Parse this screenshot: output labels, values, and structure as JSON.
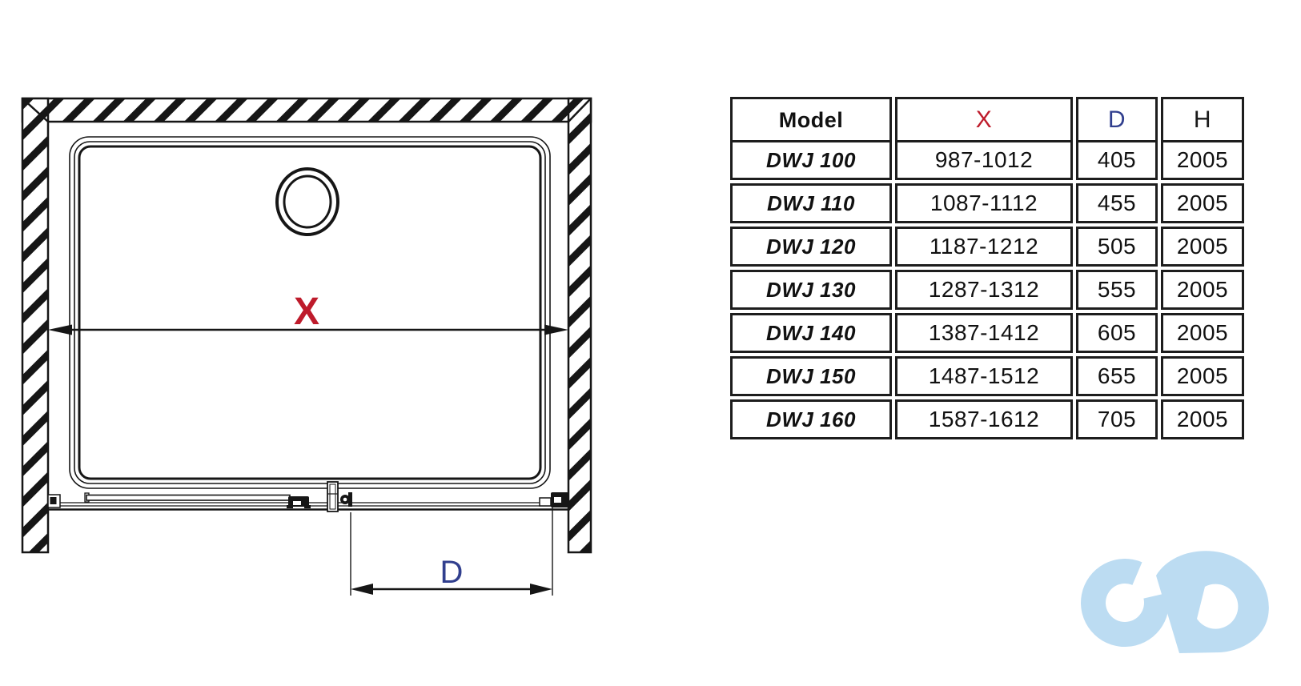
{
  "diagram": {
    "x_dimension_label": "X",
    "d_dimension_label": "D",
    "x_label_color": "#be1b2b",
    "d_label_color": "#313f8e",
    "line_color": "#161616"
  },
  "table": {
    "headers": [
      {
        "label": "Model",
        "color": "#111111"
      },
      {
        "label": "X",
        "color": "#be1b2b"
      },
      {
        "label": "D",
        "color": "#313f8e"
      },
      {
        "label": "H",
        "color": "#1a1a1a"
      }
    ],
    "rows": [
      {
        "model": "DWJ 100",
        "x": "987-1012",
        "d": "405",
        "h": "2005"
      },
      {
        "model": "DWJ 110",
        "x": "1087-1112",
        "d": "455",
        "h": "2005"
      },
      {
        "model": "DWJ 120",
        "x": "1187-1212",
        "d": "505",
        "h": "2005"
      },
      {
        "model": "DWJ 130",
        "x": "1287-1312",
        "d": "555",
        "h": "2005"
      },
      {
        "model": "DWJ 140",
        "x": "1387-1412",
        "d": "605",
        "h": "2005"
      },
      {
        "model": "DWJ 150",
        "x": "1487-1512",
        "d": "655",
        "h": "2005"
      },
      {
        "model": "DWJ 160",
        "x": "1587-1612",
        "d": "705",
        "h": "2005"
      }
    ]
  },
  "logo": {
    "icon": "cd-infinity-logo",
    "color": "#bcdcf2"
  }
}
